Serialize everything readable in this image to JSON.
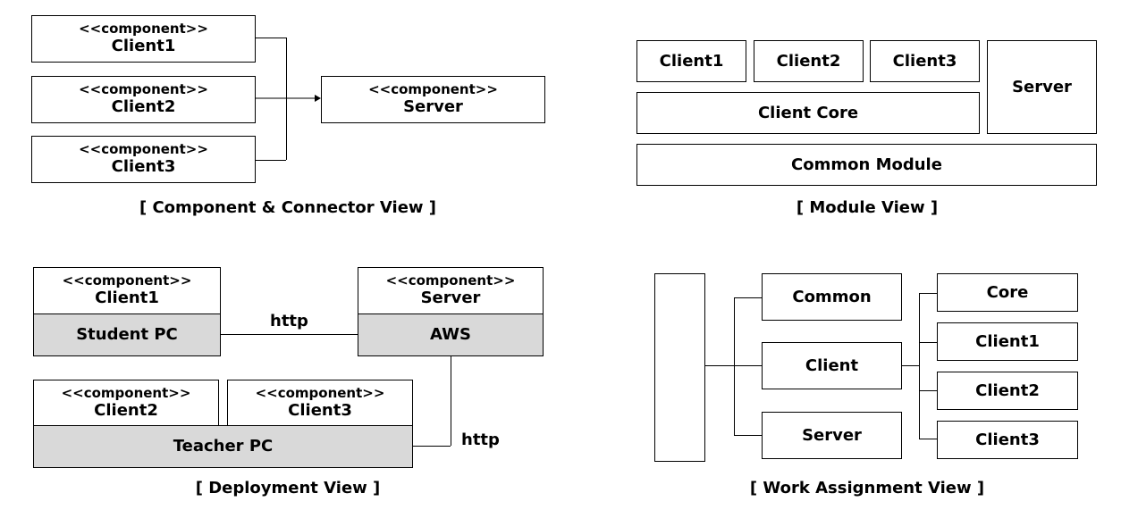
{
  "stereotype": "<<component>>",
  "cc_view": {
    "clients": [
      "Client1",
      "Client2",
      "Client3"
    ],
    "server": "Server",
    "caption": "[ Component & Connector View ]"
  },
  "module_view": {
    "clients": [
      "Client1",
      "Client2",
      "Client3"
    ],
    "server": "Server",
    "client_core": "Client Core",
    "common_module": "Common Module",
    "caption": "[ Module View ]"
  },
  "deployment_view": {
    "client1": "Client1",
    "student_pc": "Student PC",
    "server": "Server",
    "aws": "AWS",
    "client2": "Client2",
    "client3": "Client3",
    "teacher_pc": "Teacher PC",
    "http_labels": [
      "http",
      "http"
    ],
    "caption": "[ Deployment View ]"
  },
  "work_assignment_view": {
    "top_level": [
      "Common",
      "Client",
      "Server"
    ],
    "client_sub": [
      "Core",
      "Client1",
      "Client2",
      "Client3"
    ],
    "caption": "[ Work Assignment View ]"
  }
}
